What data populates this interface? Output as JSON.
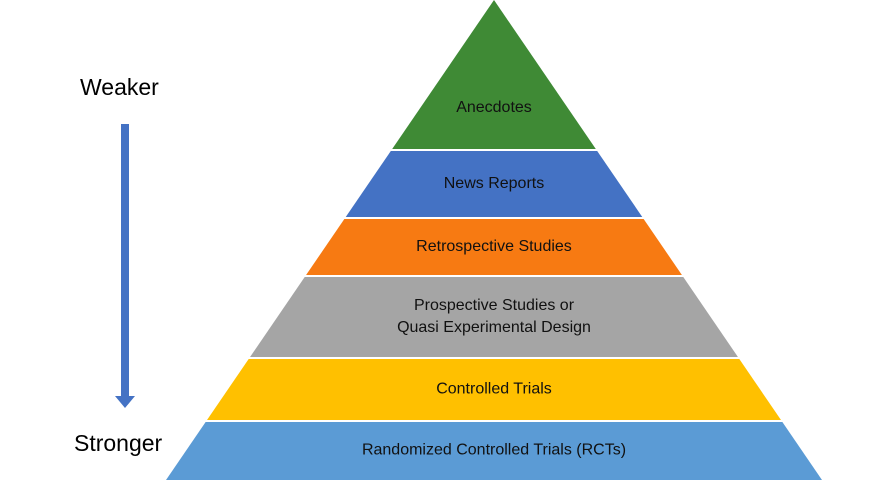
{
  "axis": {
    "top_label": "Weaker",
    "bottom_label": "Stronger",
    "arrow_color": "#4472C4"
  },
  "pyramid": {
    "layers": [
      {
        "label_lines": [
          "Anecdotes"
        ],
        "color": "#3F8A35"
      },
      {
        "label_lines": [
          "News Reports"
        ],
        "color": "#4472C4"
      },
      {
        "label_lines": [
          "Retrospective Studies"
        ],
        "color": "#F77A12"
      },
      {
        "label_lines": [
          "Prospective Studies or",
          "Quasi Experimental Design"
        ],
        "color": "#A5A5A5"
      },
      {
        "label_lines": [
          "Controlled Trials"
        ],
        "color": "#FFC000"
      },
      {
        "label_lines": [
          "Randomized Controlled Trials (RCTs)"
        ],
        "color": "#5B9BD5"
      }
    ]
  }
}
